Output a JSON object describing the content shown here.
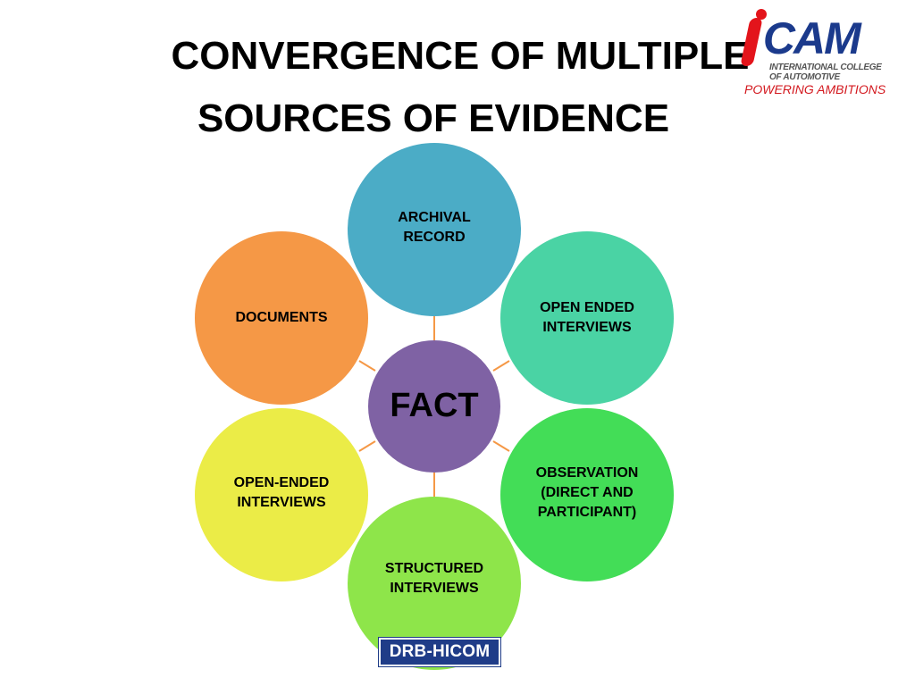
{
  "slide": {
    "title_line1": "CONVERGENCE OF MULTIPLE",
    "title_line2": "SOURCES OF EVIDENCE"
  },
  "logo": {
    "wordmark": "iCAM",
    "subtitle_line1": "INTERNATIONAL COLLEGE",
    "subtitle_line2": "OF AUTOMOTIVE",
    "tagline": "POWERING AMBITIONS"
  },
  "diagram": {
    "center_label": "FACT",
    "sources": {
      "archival": "ARCHIVAL RECORD",
      "open_ended_right": "OPEN ENDED INTERVIEWS",
      "documents": "DOCUMENTS",
      "observation": "OBSERVATION (DIRECT AND PARTICIPANT)",
      "open_ended_left": "OPEN-ENDED INTERVIEWS",
      "structured": "STRUCTURED INTERVIEWS"
    }
  },
  "footer": {
    "brand": "DRB-HICOM"
  },
  "colors": {
    "archival": "#4bacc6",
    "open_ended_right": "#4ad3a4",
    "documents": "#f59846",
    "observation": "#43dd57",
    "open_ended_left": "#ebec47",
    "structured": "#8ee54a",
    "center": "#7f62a4",
    "connector": "#f59846",
    "logo_blue": "#1b3a8c",
    "logo_red": "#e3141b",
    "footer_blue": "#1f3c88"
  }
}
